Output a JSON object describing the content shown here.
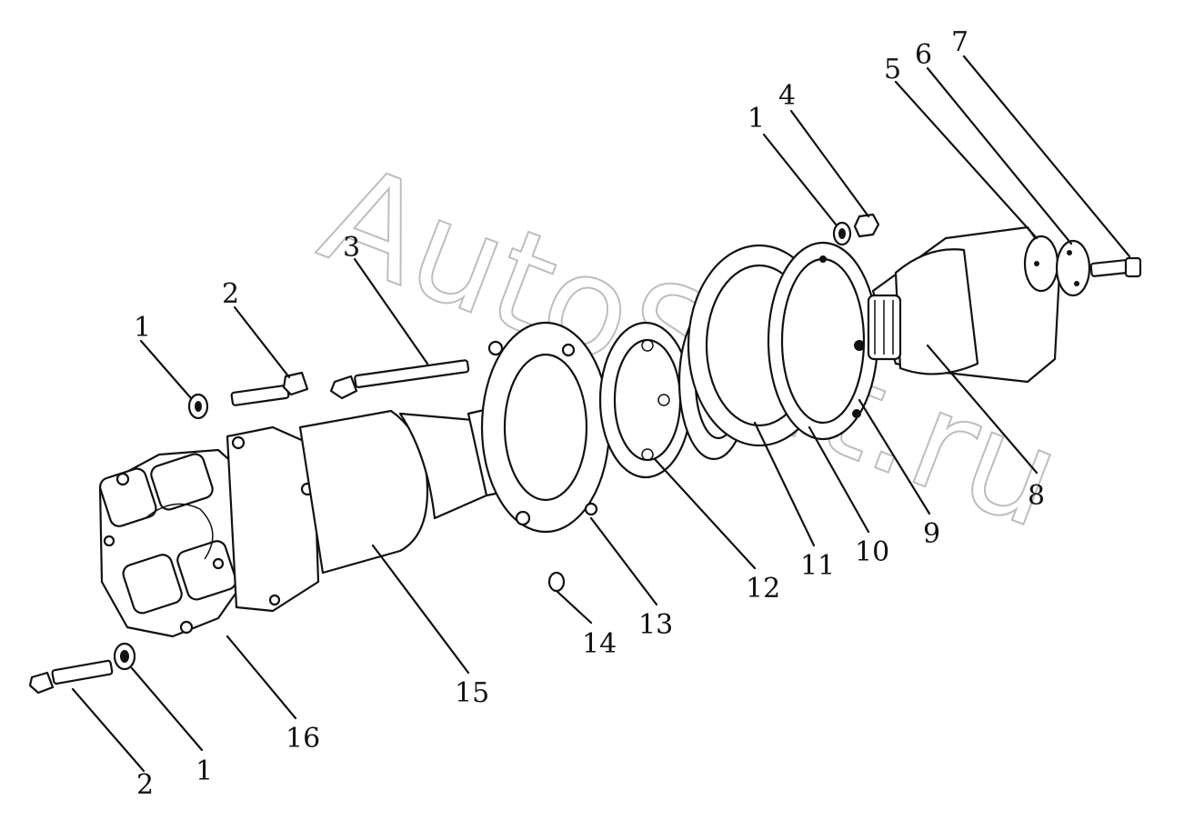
{
  "watermark": "AutoSoft.ru",
  "callouts": [
    {
      "id": "callout-1-top",
      "text": "1"
    },
    {
      "id": "callout-4",
      "text": "4"
    },
    {
      "id": "callout-5",
      "text": "5"
    },
    {
      "id": "callout-6",
      "text": "6"
    },
    {
      "id": "callout-7",
      "text": "7"
    },
    {
      "id": "callout-3",
      "text": "3"
    },
    {
      "id": "callout-2-upper",
      "text": "2"
    },
    {
      "id": "callout-1-left",
      "text": "1"
    },
    {
      "id": "callout-8",
      "text": "8"
    },
    {
      "id": "callout-9",
      "text": "9"
    },
    {
      "id": "callout-10",
      "text": "10"
    },
    {
      "id": "callout-11",
      "text": "11"
    },
    {
      "id": "callout-12",
      "text": "12"
    },
    {
      "id": "callout-13",
      "text": "13"
    },
    {
      "id": "callout-14",
      "text": "14"
    },
    {
      "id": "callout-15",
      "text": "15"
    },
    {
      "id": "callout-16",
      "text": "16"
    },
    {
      "id": "callout-2-lower",
      "text": "2"
    },
    {
      "id": "callout-1-lower",
      "text": "1"
    }
  ]
}
